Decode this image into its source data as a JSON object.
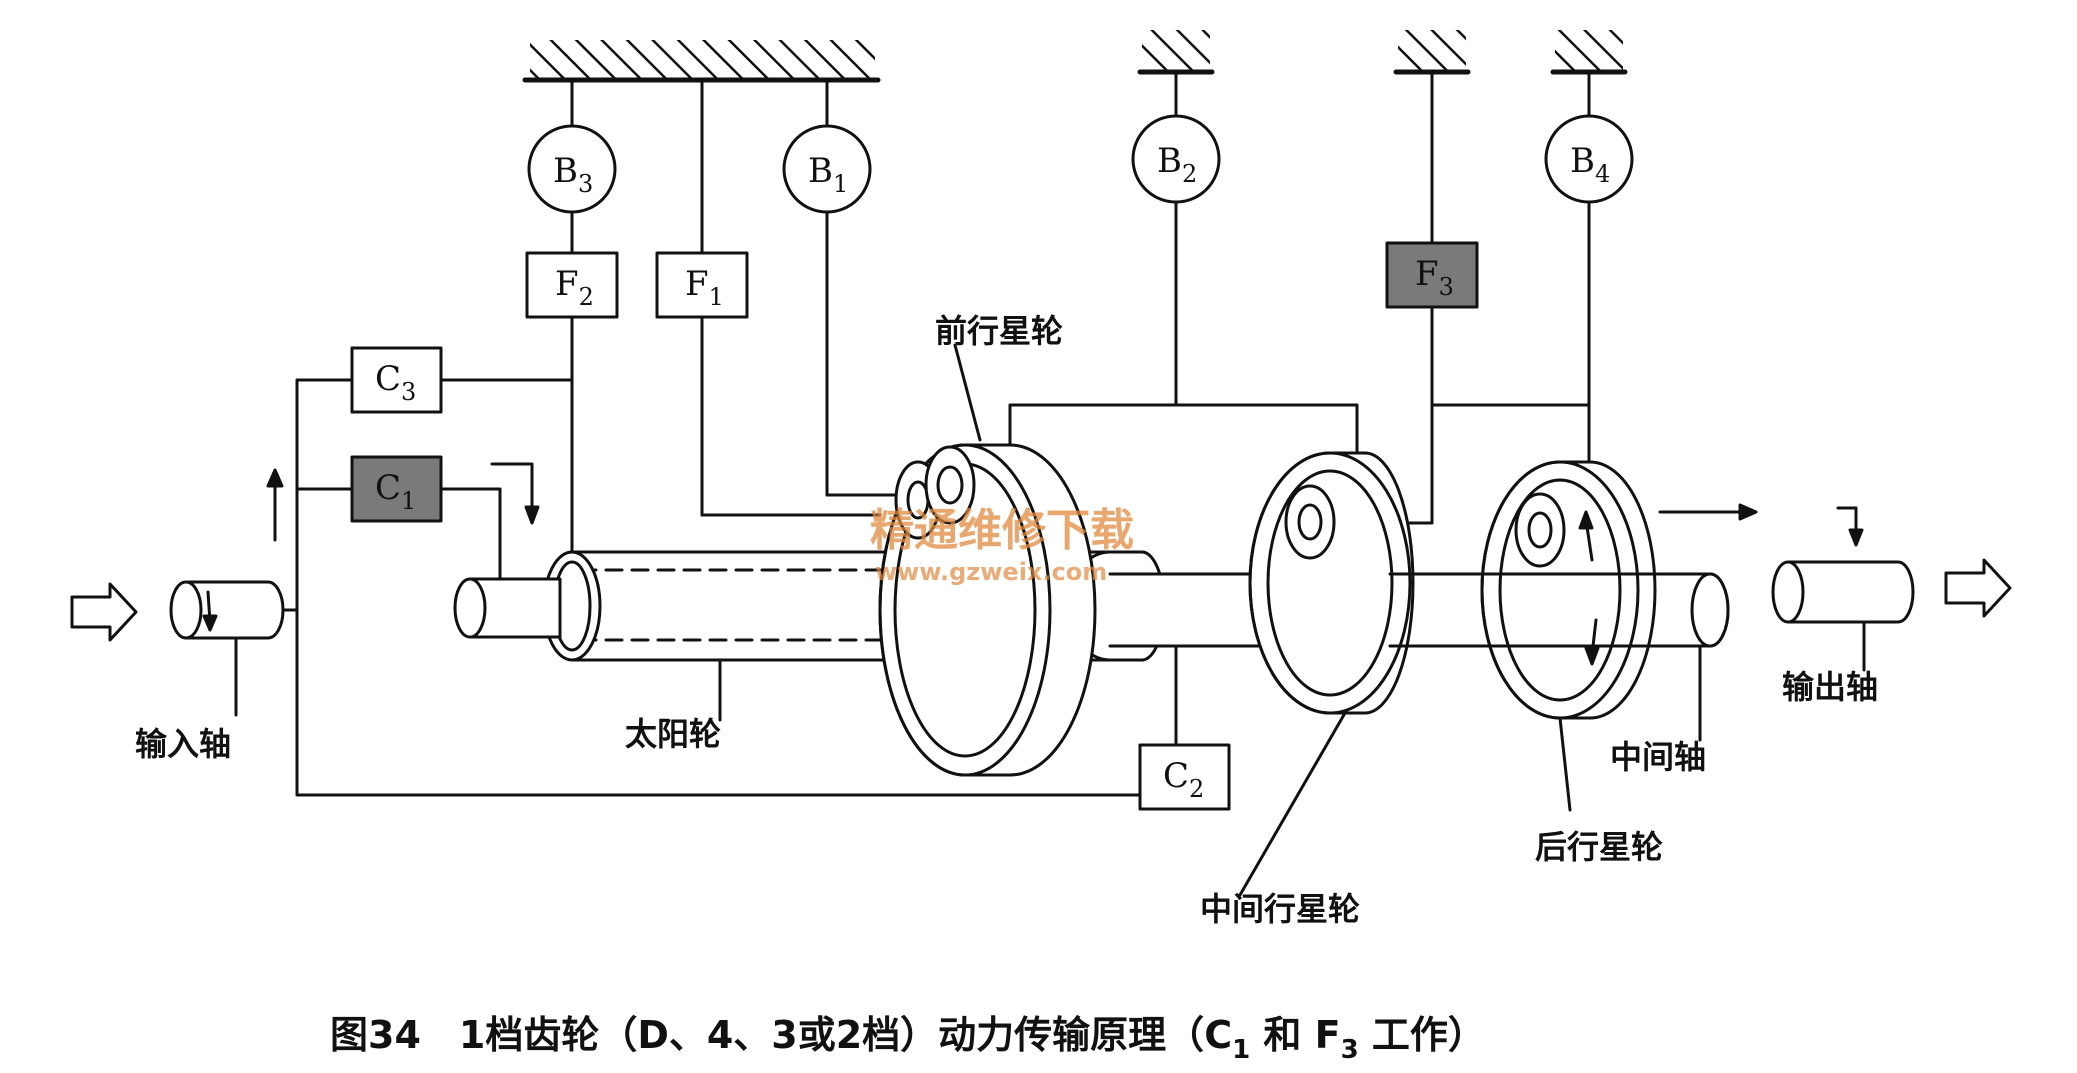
{
  "components": {
    "b3": {
      "main": "B",
      "sub": "3"
    },
    "b1": {
      "main": "B",
      "sub": "1"
    },
    "b2": {
      "main": "B",
      "sub": "2"
    },
    "b4": {
      "main": "B",
      "sub": "4"
    },
    "f2": {
      "main": "F",
      "sub": "2"
    },
    "f1": {
      "main": "F",
      "sub": "1"
    },
    "f3": {
      "main": "F",
      "sub": "3"
    },
    "c3": {
      "main": "C",
      "sub": "3"
    },
    "c1": {
      "main": "C",
      "sub": "1"
    },
    "c2": {
      "main": "C",
      "sub": "2"
    }
  },
  "labels": {
    "front_planet": "前行星轮",
    "sun_gear": "太阳轮",
    "input_shaft": "输入轴",
    "middle_planet": "中间行星轮",
    "rear_planet": "后行星轮",
    "middle_shaft": "中间轴",
    "output_shaft": "输出轴"
  },
  "caption": {
    "prefix": "图34　1档齿轮（D、4、3或2档）动力传输原理（C",
    "c_sub": "1",
    "middle": " 和 F",
    "f_sub": "3",
    "suffix": " 工作）"
  },
  "watermark": {
    "title": "精通维修下载",
    "url": "www.gzweix.com"
  },
  "colors": {
    "line": "#111111",
    "active_fill": "#7a7a7a",
    "watermark": "#e0893f"
  }
}
